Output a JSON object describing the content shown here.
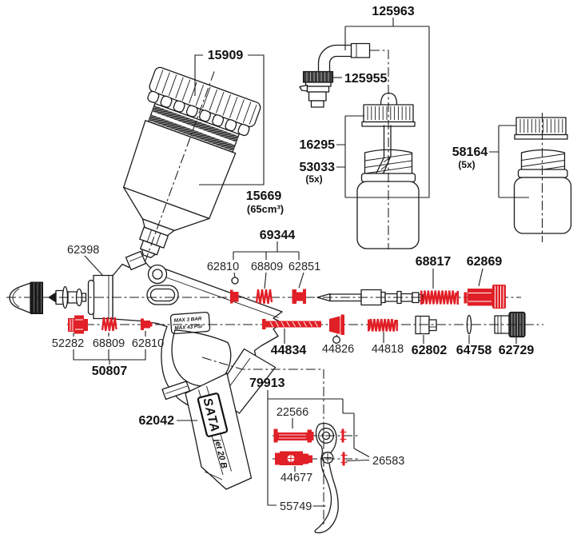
{
  "diagram": {
    "type": "exploded-parts-diagram",
    "subject": "spray gun with paint cup, bottles and trigger assembly",
    "colors": {
      "line": "#1a1a1a",
      "highlight": "#e01f26",
      "background": "#ffffff"
    },
    "labels": {
      "p125963": "125963",
      "p15909": "15909",
      "p125955": "125955",
      "p16295": "16295",
      "p53033": "53033",
      "q53033": "(5x)",
      "p58164": "58164",
      "q58164": "(5x)",
      "p15669": "15669",
      "v15669": "(65cm³)",
      "p69344": "69344",
      "p62810a": "62810",
      "p68809a": "68809",
      "p62851": "62851",
      "p68817": "68817",
      "p62869": "62869",
      "p62398": "62398",
      "p52282": "52282",
      "p68809b": "68809",
      "p62810b": "62810",
      "p50807": "50807",
      "p44834": "44834",
      "p44826": "44826",
      "p44818": "44818",
      "p62802": "62802",
      "p64758": "64758",
      "p62729": "62729",
      "p62042": "62042",
      "p79913": "79913",
      "p22566": "22566",
      "p26583": "26583",
      "p44677": "44677",
      "p55749": "55749"
    },
    "markings": {
      "brand": "SATA",
      "model": "jet 20 B",
      "max1": "MAX 3 BAR",
      "max2": "MAX 43 PSI"
    }
  }
}
